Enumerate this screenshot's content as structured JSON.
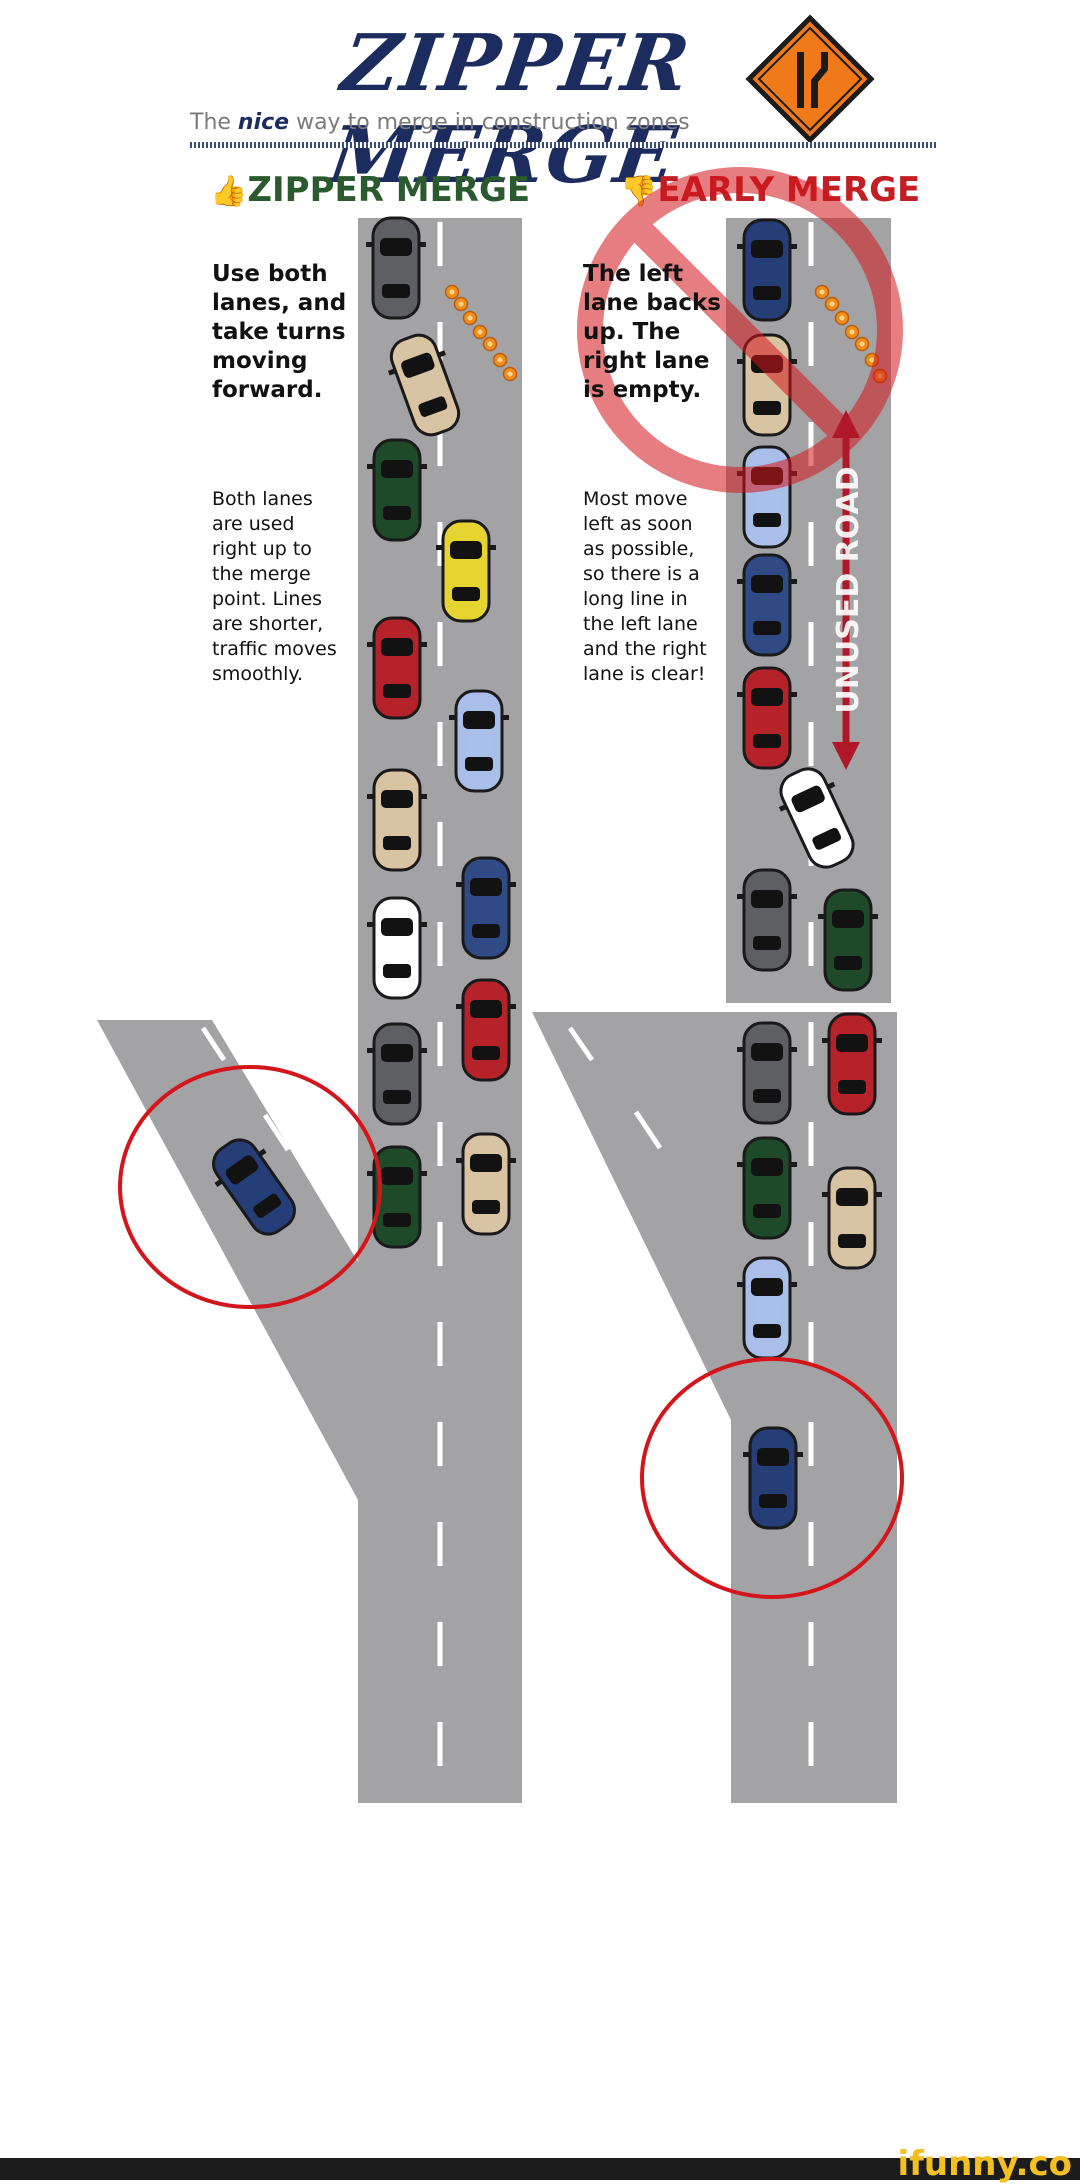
{
  "header": {
    "title": "ZIPPER MERGE",
    "subtitle_parts": [
      "The ",
      "nice",
      " way to merge in construction zones"
    ]
  },
  "zipper": {
    "heading": "ZIPPER MERGE",
    "thumb_icon": "thumbs-up-icon",
    "bold_lines": [
      "Use both",
      "lanes, and",
      "take turns",
      "moving",
      "forward."
    ],
    "small_lines": [
      "Both lanes",
      "are used",
      "right up to",
      "the merge",
      "point. Lines",
      "are shorter,",
      "traffic moves",
      "smoothly."
    ]
  },
  "early": {
    "heading": "EARLY MERGE",
    "thumb_icon": "thumbs-down-icon",
    "bold_lines": [
      "The left",
      "lane backs",
      "up. The",
      "right lane",
      "is empty."
    ],
    "small_lines": [
      "Most move",
      "left as soon",
      "as possible,",
      "so there is a",
      "long line in",
      "the left lane",
      "and the right",
      "lane is clear!"
    ],
    "unused_label": "UNUSED ROAD"
  },
  "footer": {
    "brand": "ifunny.co"
  },
  "colors": {
    "road": "#a3a3a6",
    "title": "#1c2c5e",
    "zipper_green": "#2a5a2e",
    "early_red": "#c21f24",
    "circle_red": "#d3161b",
    "sign_orange": "#f07a1a"
  }
}
